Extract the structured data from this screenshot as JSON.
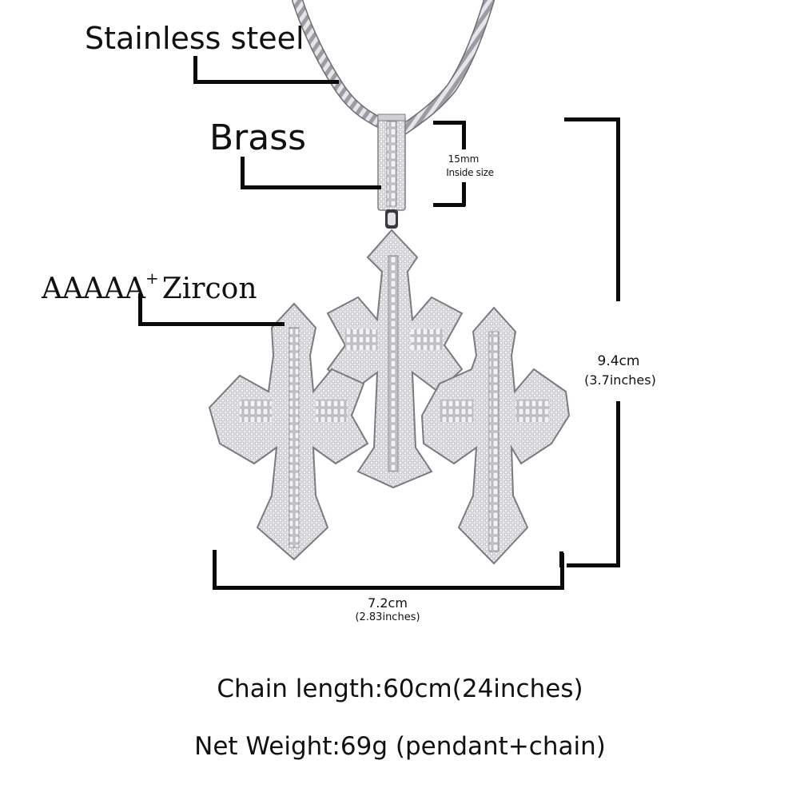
{
  "callouts": {
    "chain_material": "Stainless steel",
    "bail_material": "Brass",
    "stone_grade": "AAAAA",
    "stone_grade_sup": "+",
    "stone_type": "Zircon"
  },
  "bail_dimension": {
    "value": "15mm",
    "label": "Inside size"
  },
  "height_dimension": {
    "cm": "9.4cm",
    "inches": "(3.7inches)"
  },
  "width_dimension": {
    "cm": "7.2cm",
    "inches": "(2.83inches)"
  },
  "specs": {
    "chain_length": "Chain length:60cm(24inches)",
    "net_weight": "Net Weight:69g (pendant+chain)"
  },
  "colors": {
    "line": "#0a0a0a",
    "metal": "#d9d9dc",
    "metal_dark": "#8a8a90",
    "background": "#ffffff"
  }
}
